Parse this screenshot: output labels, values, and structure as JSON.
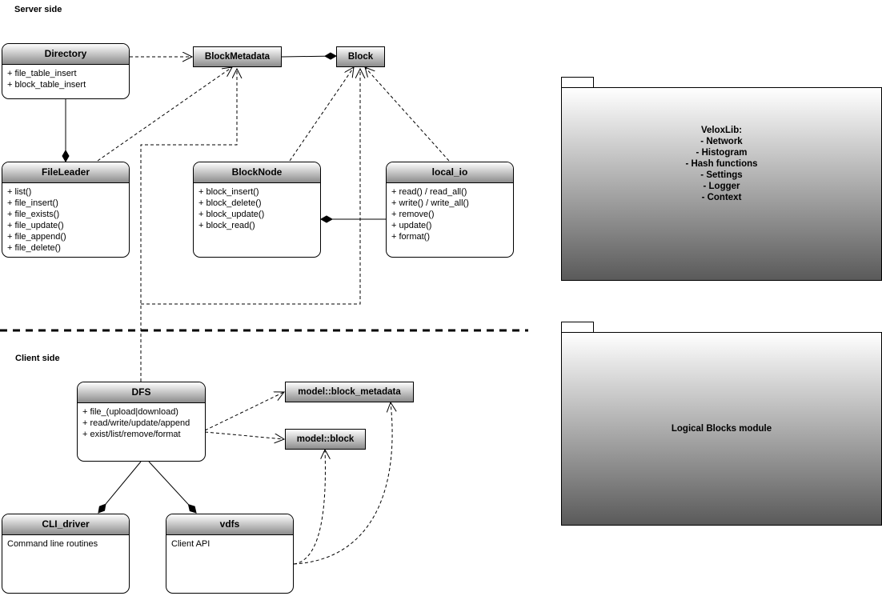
{
  "sections": {
    "server": "Server side",
    "client": "Client side"
  },
  "classes": {
    "directory": {
      "name": "Directory",
      "members": [
        "+ file_table_insert",
        "+ block_table_insert"
      ]
    },
    "fileleader": {
      "name": "FileLeader",
      "members": [
        "+ list()",
        "+ file_insert()",
        "+ file_exists()",
        "+ file_update()",
        "+ file_append()",
        "+ file_delete()"
      ]
    },
    "blocknode": {
      "name": "BlockNode",
      "members": [
        "+ block_insert()",
        "+ block_delete()",
        "+ block_update()",
        "+ block_read()"
      ]
    },
    "localio": {
      "name": "local_io",
      "members": [
        "+ read() / read_all()",
        "+ write() / write_all()",
        "+ remove()",
        "+ update()",
        "+ format()"
      ]
    },
    "dfs": {
      "name": "DFS",
      "members": [
        "+ file_(upload|download)",
        "+ read/write/update/append",
        "+ exist/list/remove/format"
      ]
    },
    "cli": {
      "name": "CLI_driver",
      "members": [
        "Command line routines"
      ]
    },
    "vdfs": {
      "name": "vdfs",
      "members": [
        "Client  API"
      ]
    }
  },
  "boxes": {
    "blockmetadata": "BlockMetadata",
    "block": "Block",
    "model_block_metadata": "model::block_metadata",
    "model_block": "model::block"
  },
  "packages": {
    "veloxlib": {
      "lines": [
        "VeloxLib:",
        "- Network",
        "- Histogram",
        "- Hash functions",
        "- Settings",
        "- Logger",
        "- Context"
      ]
    },
    "logical": {
      "lines": [
        "Logical Blocks module"
      ]
    }
  }
}
